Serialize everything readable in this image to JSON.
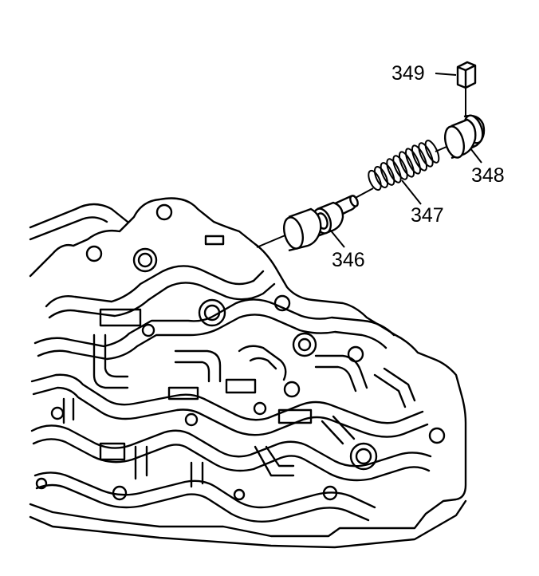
{
  "diagram": {
    "callouts": {
      "c349": "349",
      "c348": "348",
      "c347": "347",
      "c346": "346"
    },
    "colors": {
      "line": "#000000",
      "background": "#ffffff"
    }
  }
}
